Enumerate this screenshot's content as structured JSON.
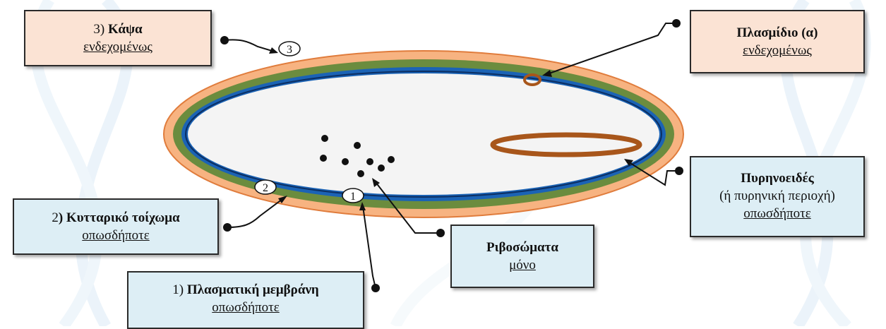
{
  "colors": {
    "capsule": "#f7b381",
    "capsule_stroke": "#e07c3c",
    "wall": "#6b8c3e",
    "membrane": "#1b63b5",
    "cytoplasm": "#f4f4f4",
    "structure": "#a8561b",
    "peach_box": "#fbe3d4",
    "blue_box": "#ddeef5",
    "background_helix": "#dcebf6"
  },
  "labels": {
    "capsule": {
      "num": "3)",
      "name": "Κάψα",
      "qualifier": "ενδεχομένως"
    },
    "plasmid": {
      "name": "Πλασμίδιο (α)",
      "qualifier": "ενδεχομένως"
    },
    "nucleoid": {
      "name": "Πυρηνοειδές",
      "extra": "(ή πυρηνική περιοχή)",
      "qualifier": "οπωσδήποτε"
    },
    "cell_wall": {
      "num": "2",
      "name": ") Κυτταρικό τοίχωμα",
      "qualifier": "οπωσδήποτε"
    },
    "ribosomes": {
      "name": "Ριβοσώματα",
      "qualifier": "μόνο"
    },
    "membrane": {
      "num": "1)",
      "name": "Πλασματική μεμβράνη",
      "qualifier": "οπωσδήποτε"
    }
  },
  "markers": [
    "1",
    "2",
    "3"
  ]
}
